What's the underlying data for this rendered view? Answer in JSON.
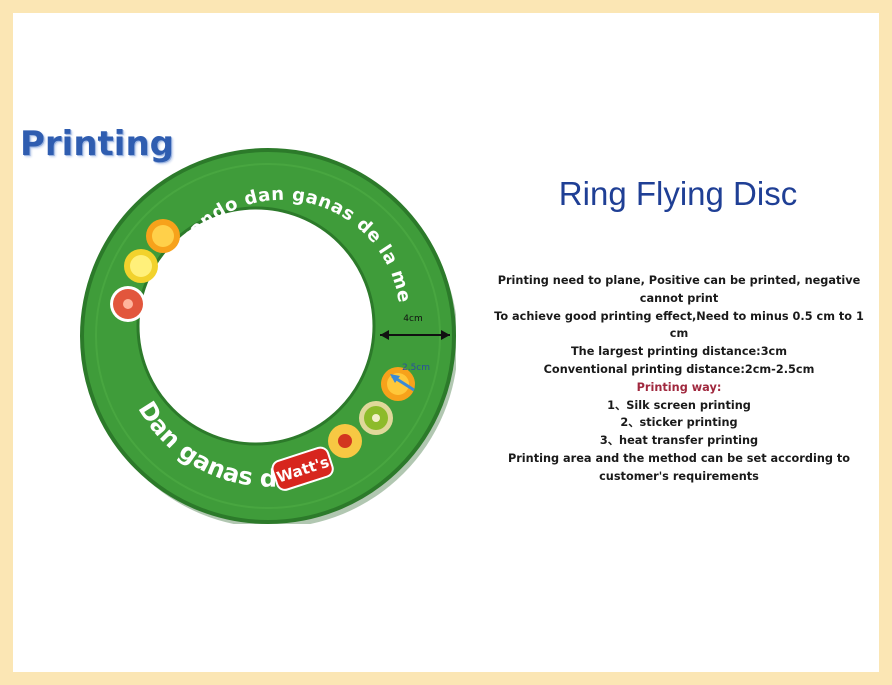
{
  "section_heading": "Printing",
  "product_title": "Ring Flying Disc",
  "disc": {
    "top_slogan": "Cuando dan ganas de la mejor fruta",
    "bottom_slogan": "Dan ganas de",
    "brand_logo_text": "Watt's",
    "width_label": "4cm",
    "distance_label": "2.5cm",
    "disc_color": "#3f9c3a",
    "dark_edge_color": "#2c7a2a"
  },
  "description": {
    "line1": "Printing need to plane, Positive can be printed, negative cannot print",
    "line2": "To achieve good printing effect,Need to minus 0.5 cm to 1 cm",
    "line3": "The largest printing distance:3cm",
    "line4": "Conventional printing distance:2cm-2.5cm",
    "printing_way_label": "Printing way:",
    "methods": [
      "1、Silk screen printing",
      "2、sticker printing",
      "3、heat transfer printing"
    ],
    "line5": "Printing area and the method can be set according to customer's requirements"
  },
  "colors": {
    "border": "#fbe6b4",
    "heading": "#2f5db0",
    "title": "#1f3f95",
    "printing_way": "#a0283e"
  }
}
